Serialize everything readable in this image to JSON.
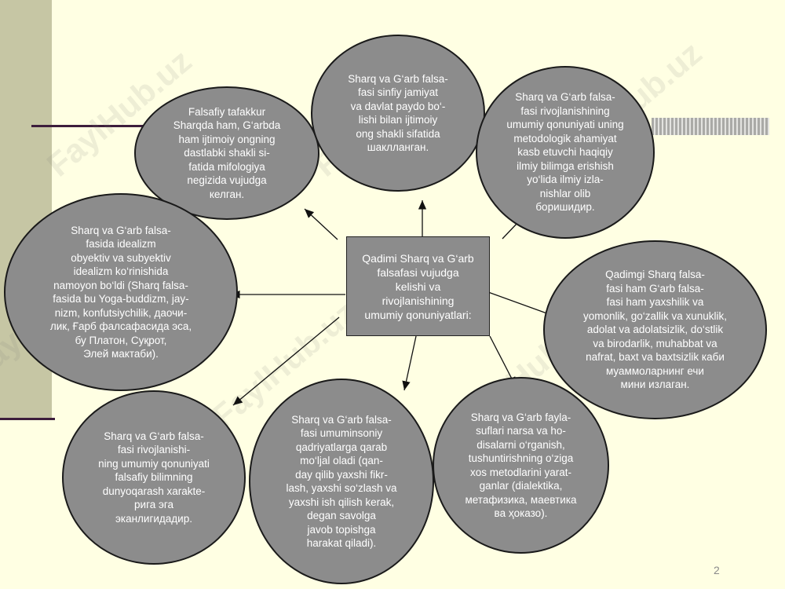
{
  "watermark": "FaylHub.uz",
  "center_text": "Qadimi Sharq va G‘arb\nfalsafasi vujudga\nkelishi va\nrivojlanishining\numumiy qonuniyatlari:",
  "nodes": {
    "top_left": "Falsafiy tafakkur\nSharqda ham, G‘arbda\nham ijtimoiy ongning\ndastlabki shakli si-\nfatida mifologiya\nnegizida vujudga\nкелган.",
    "top_center": "Sharq va G‘arb falsa-\nfasi sinfiy jamiyat\nva davlat paydo bo‘-\nlishi bilan ijtimoiy\nong shakli sifatida\nшаклланган.",
    "top_right": "Sharq va G‘arb falsa-\nfasi rivojlanishining\numumiy qonuniyati uning\nmetodologik ahamiyat\nkasb etuvchi haqiqiy\nilmiy bilimga erishish\nyo‘lida ilmiy izla-\nnishlar olib\nборишидир.",
    "left": "Sharq va G‘arb falsa-\nfasida idealizm\nobyektiv va subyektiv\nidealizm ko‘rinishida\nnamoyon bo‘ldi (Sharq falsa-\nfasida bu Yoga-buddizm, jay-\nnizm, konfutsiychilik, даочи-\nлик, Ғарб фалсафасида эса,\nбу Платон, Суқрот,\nЭлей мактаби).",
    "right": "Qadimgi Sharq falsa-\nfasi ham G‘arb falsa-\nfasi ham yaxshilik va\nyomonlik, go‘zallik va xunuklik,\nadolat va adolatsizlik, do‘stlik\nva birodarlik, muhabbat va\nnafrat, baxt va baxtsizlik каби\nмуаммоларнинг ечи\nмини излаган.",
    "bottom_left": "Sharq va G‘arb falsa-\nfasi rivojlanishi-\nning umumiy qonuniyati\nfalsafiy bilimning\ndunyoqarash xarakte-\nрига эга\nэканлигидадир.",
    "bottom_center": "Sharq va G‘arb falsa-\nfasi umuminsoniy\nqadriyatlarga qarab\nmo‘ljal oladi (qan-\nday qilib yaxshi fikr-\nlash, yaxshi so‘zlash va\nyaxshi ish qilish kerak,\ndegan savolga\njavob topishga\nharakat qiladi).",
    "bottom_right": "Sharq va G‘arb fayla-\nsuflari narsa va ho-\ndisalarni o‘rganish,\ntushuntirishning o‘ziga\nxos  metodlarini yarat-\nganlar (dialektika,\nметафизика, маевтика\nва ҳоказо)."
  },
  "page_number": "2",
  "colors": {
    "background": "#FFFFE3",
    "node_fill": "#8C8C8C",
    "node_text": "#FFFFFF",
    "accent_bar": "#C6C6A4",
    "rule_line": "#3D1E3C"
  }
}
